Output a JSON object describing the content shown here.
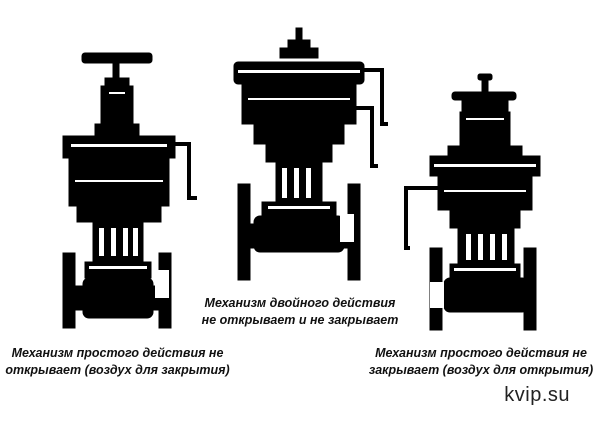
{
  "valves": [
    {
      "id": "single-acting-nc",
      "caption_line1": "Механизм простого действия не",
      "caption_line2": "открывает (воздух для закрытия)"
    },
    {
      "id": "double-acting",
      "caption_line1": "Механизм двойного действия",
      "caption_line2": "не открывает и не закрывает"
    },
    {
      "id": "single-acting-no",
      "caption_line1": "Механизм простого действия не",
      "caption_line2": "закрывает (воздух для открытия)"
    }
  ],
  "watermark": "kvip.su",
  "colors": {
    "ink": "#000000",
    "paper": "#ffffff"
  }
}
